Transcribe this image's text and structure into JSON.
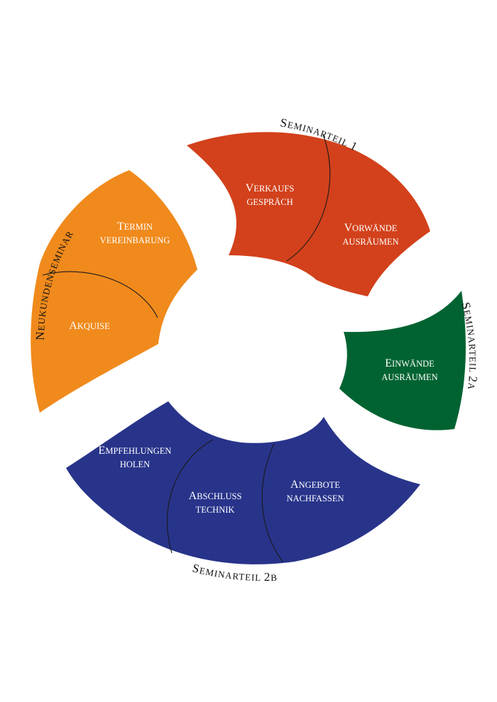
{
  "colors": {
    "orange": "#F08A1C",
    "red": "#D2411B",
    "green": "#006331",
    "blue": "#28348A"
  },
  "ring_labels": {
    "neukunden": "Neukundenseminar",
    "teil1": "Seminarteil 1",
    "teil2a": "Seminarteil 2a",
    "teil2b": "Seminarteil 2b"
  },
  "segments": {
    "termin": [
      "Termin",
      "vereinbarung"
    ],
    "akquise": [
      "Akquise"
    ],
    "verkaufs": [
      "Verkaufs",
      "gespräch"
    ],
    "vorwaende": [
      "Vorwände",
      "ausräumen"
    ],
    "einwaende": [
      "Einwände",
      "ausräumen"
    ],
    "empfehlungen": [
      "Empfehlungen",
      "holen"
    ],
    "abschluss": [
      "Abschluss",
      "technik"
    ],
    "angebote": [
      "Angebote",
      "nachfassen"
    ]
  }
}
